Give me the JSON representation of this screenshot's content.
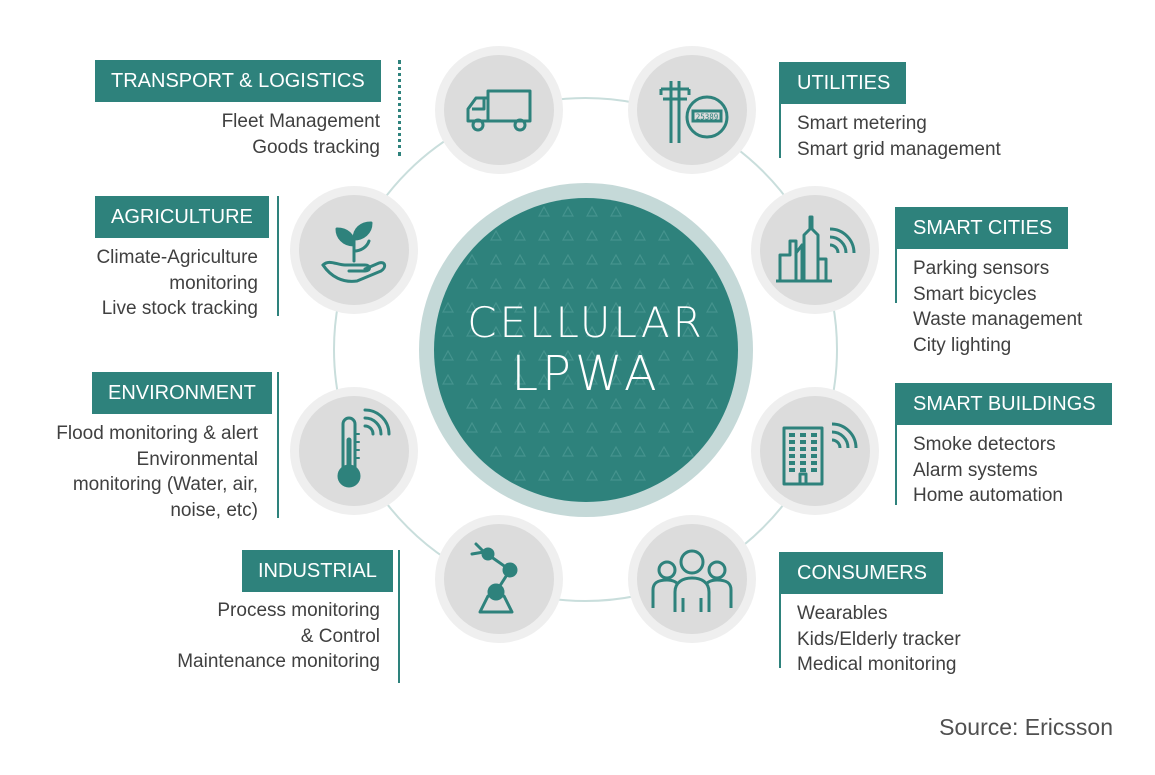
{
  "center": {
    "line1": "CELLULAR",
    "line2": "LPWA"
  },
  "sectors": {
    "transport": {
      "title": "TRANSPORT & LOGISTICS",
      "icon": "truck-icon",
      "items": [
        "Fleet Management",
        "Goods tracking"
      ]
    },
    "utilities": {
      "title": "UTILITIES",
      "icon": "utility-meter-icon",
      "items": [
        "Smart metering",
        "Smart grid management"
      ]
    },
    "agriculture": {
      "title": "AGRICULTURE",
      "icon": "plant-in-hand-icon",
      "items": [
        "Climate-Agriculture",
        "monitoring",
        "Live stock tracking"
      ]
    },
    "smart_cities": {
      "title": "SMART CITIES",
      "icon": "city-skyline-icon",
      "items": [
        "Parking sensors",
        "Smart bicycles",
        "Waste management",
        "City lighting"
      ]
    },
    "environment": {
      "title": "ENVIRONMENT",
      "icon": "thermometer-icon",
      "items": [
        "Flood monitoring & alert",
        "Environmental",
        "monitoring (Water, air,",
        "noise, etc)"
      ]
    },
    "smart_buildings": {
      "title": "SMART BUILDINGS",
      "icon": "building-icon",
      "items": [
        "Smoke detectors",
        "Alarm systems",
        "Home automation"
      ]
    },
    "industrial": {
      "title": "INDUSTRIAL",
      "icon": "robot-arm-icon",
      "items": [
        "Process monitoring",
        "& Control",
        "Maintenance monitoring"
      ]
    },
    "consumers": {
      "title": "CONSUMERS",
      "icon": "people-group-icon",
      "items": [
        "Wearables",
        "Kids/Elderly tracker",
        "Medical monitoring"
      ]
    }
  },
  "meter_reading": "25389",
  "source": "Source: Ericsson",
  "colors": {
    "teal": "#2e827c",
    "ring": "#c9dedc",
    "node_bg": "#dcdcdc"
  }
}
